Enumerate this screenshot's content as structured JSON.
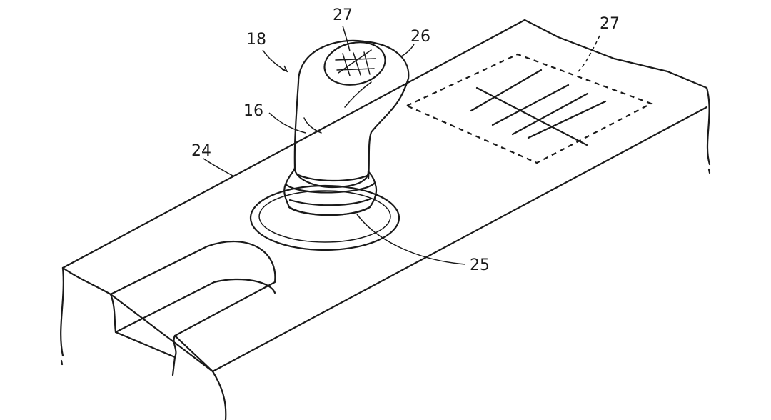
{
  "labels": {
    "assembly": "18",
    "knob_top_marking": "27",
    "knob_head": "26",
    "shift_lever": "16",
    "console_panel": "24",
    "boot_base": "25",
    "panel_marking": "27"
  }
}
